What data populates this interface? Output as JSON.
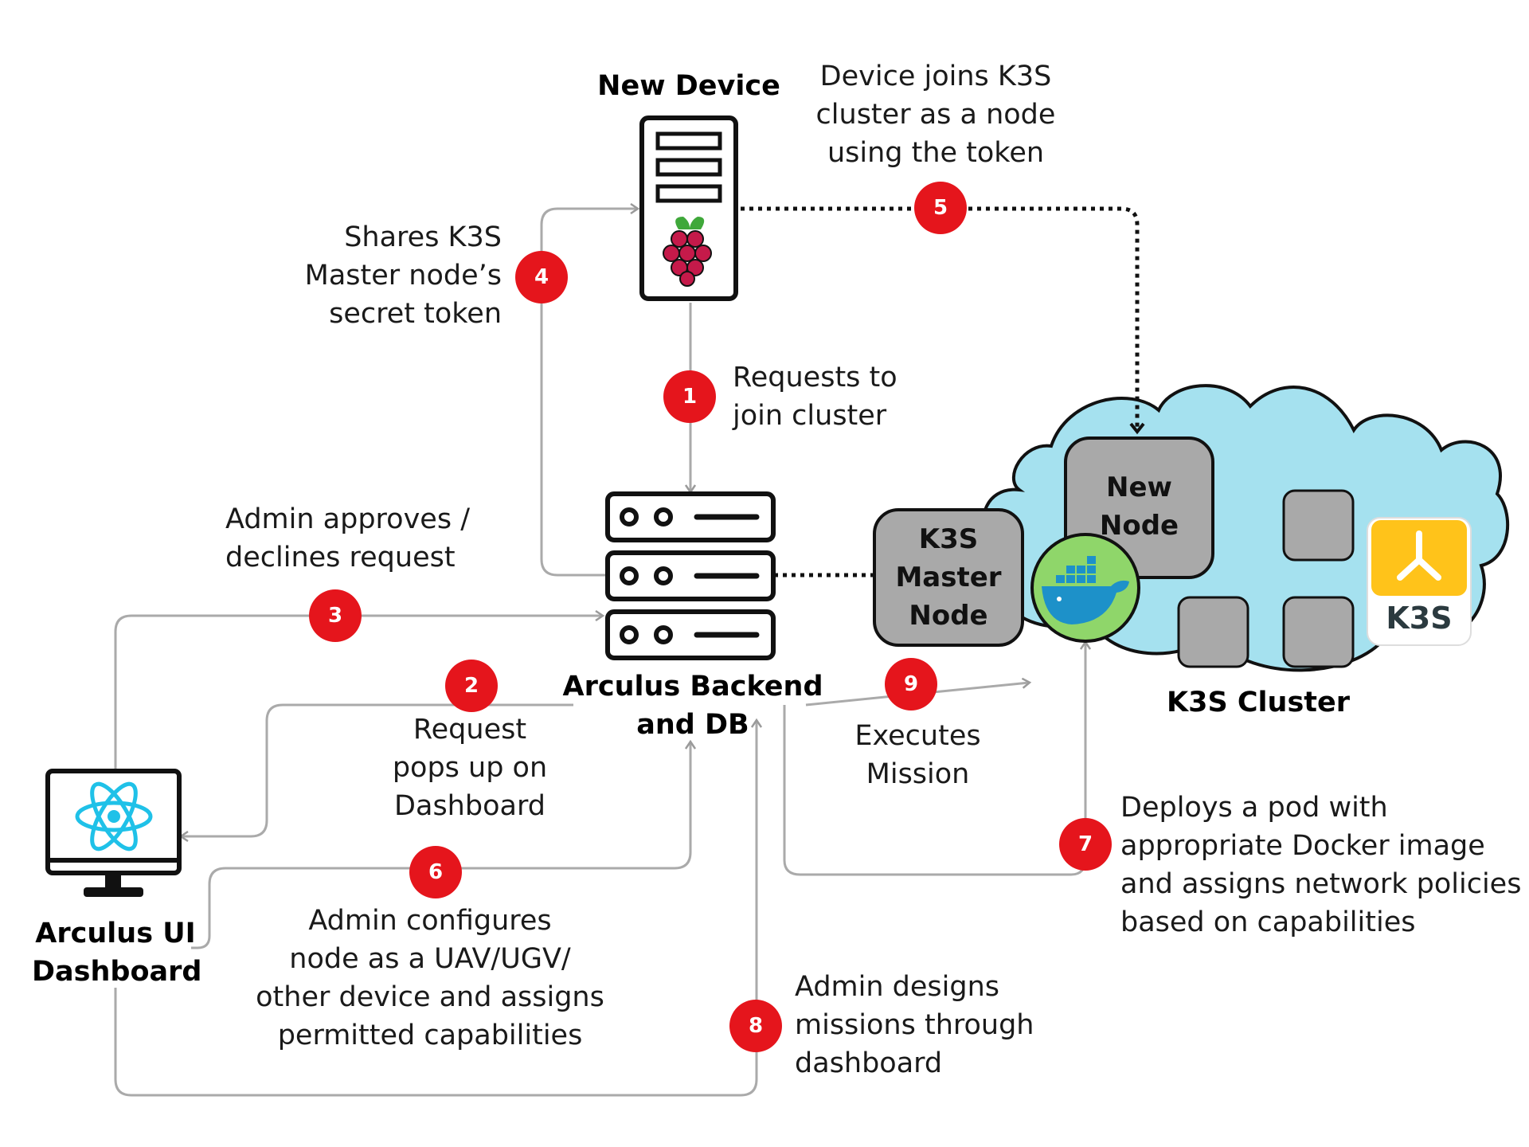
{
  "titles": {
    "new_device": "New Device",
    "backend": "Arculus Backend\nand DB",
    "dashboard": "Arculus UI\nDashboard",
    "cluster": "K3S Cluster"
  },
  "nodes": {
    "master": "K3S\nMaster\nNode",
    "new_node": "New\nNode",
    "k3s_logo_text": "K3S"
  },
  "steps": [
    {
      "num": "1",
      "text": "Requests to\njoin cluster"
    },
    {
      "num": "2",
      "text": "Request\npops up on\nDashboard"
    },
    {
      "num": "3",
      "text": "Admin approves /\ndeclines request"
    },
    {
      "num": "4",
      "text": "Shares K3S\nMaster node’s\nsecret token"
    },
    {
      "num": "5",
      "text": "Device joins K3S\ncluster as a node\nusing the token"
    },
    {
      "num": "6",
      "text": "Admin configures\nnode as a UAV/UGV/\nother device and assigns\npermitted capabilities"
    },
    {
      "num": "7",
      "text": "Deploys a pod with\nappropriate Docker image\nand assigns network policies\nbased on capabilities"
    },
    {
      "num": "8",
      "text": "Admin designs\nmissions through\ndashboard"
    },
    {
      "num": "9",
      "text": "Executes\nMission"
    }
  ],
  "icons": {
    "device": "server-tower-icon",
    "raspberry": "raspberry-pi-icon",
    "backend": "database-server-icon",
    "dashboard": "monitor-icon",
    "react": "react-icon",
    "docker": "docker-icon",
    "k3s": "k3s-logo-icon",
    "cloud": "cloud-icon"
  },
  "colors": {
    "badge": "#e5151c",
    "cloud": "#a5e1ef",
    "node": "#a9a9a9",
    "docker_bg": "#8fd66a",
    "docker_blue": "#1d91c9",
    "react": "#1fc1e8",
    "k3s_yellow": "#ffc31a",
    "connector": "#aaaaaa"
  }
}
